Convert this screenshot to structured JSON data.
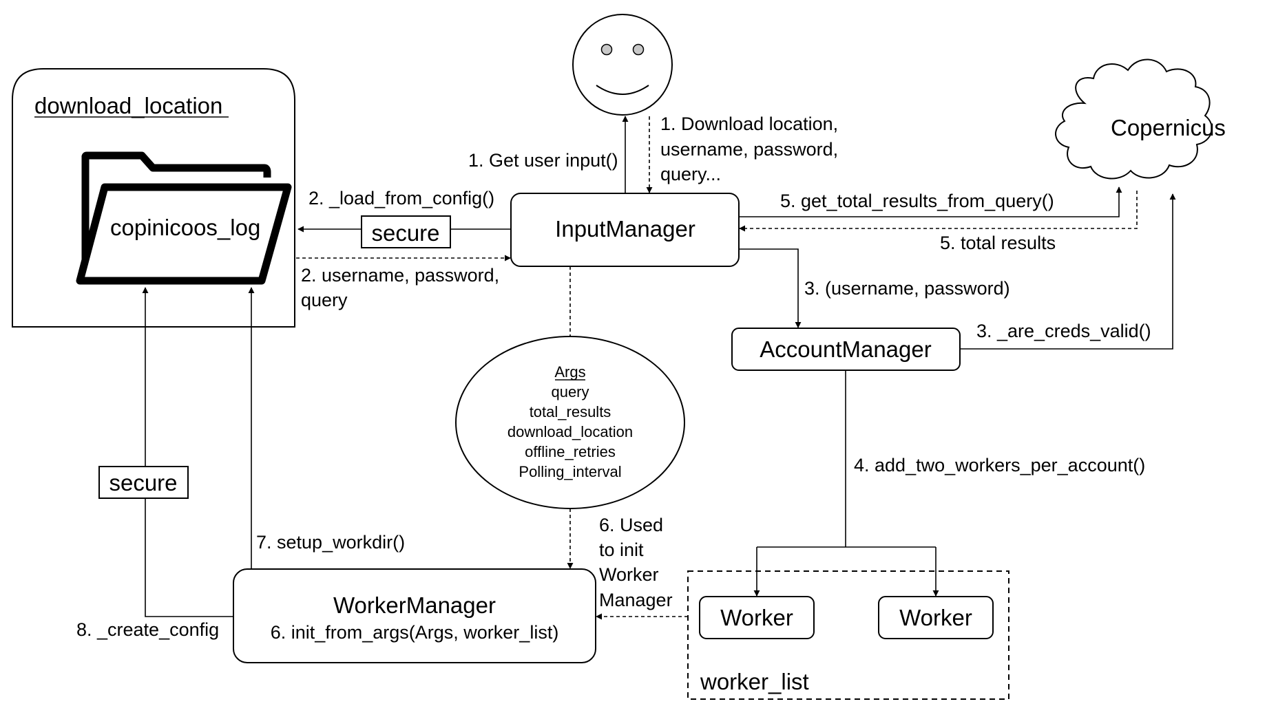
{
  "nodes": {
    "download_location": "download_location",
    "folder_label": "copinicoos_log",
    "input_manager": "InputManager",
    "copernicus": "Copernicus",
    "account_manager": "AccountManager",
    "worker_manager_title": "WorkerManager",
    "worker_manager_sub": "6. init_from_args(Args, worker_list)",
    "worker_1": "Worker",
    "worker_2": "Worker",
    "worker_list": "worker_list",
    "secure_top": "secure",
    "secure_left": "secure"
  },
  "args": {
    "title": "Args",
    "items": [
      "query",
      "total_results",
      "download_location",
      "offline_retries",
      "Polling_interval"
    ]
  },
  "edges": {
    "get_user_input": "1. Get user input()",
    "user_reply": [
      "1. Download location,",
      "username, password,",
      "query..."
    ],
    "load_from_config": "2. _load_from_config()",
    "username_password_query": [
      "2. username, password,",
      "query"
    ],
    "get_total_results": "5. get_total_results_from_query()",
    "total_results": "5. total results",
    "username_password": "3. (username, password)",
    "are_creds_valid": "3. _are_creds_valid()",
    "add_two_workers": "4. add_two_workers_per_account()",
    "used_to_init": [
      "6. Used",
      "to init",
      "Worker",
      "Manager"
    ],
    "setup_workdir": "7. setup_workdir()",
    "create_config": "8. _create_config"
  }
}
